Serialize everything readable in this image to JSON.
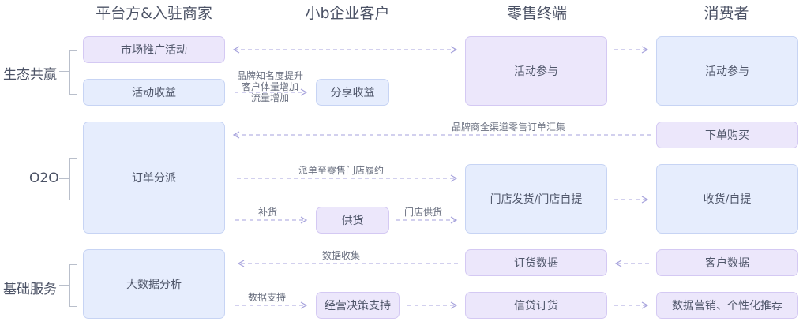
{
  "headers": {
    "platform": "平台方&入驻商家",
    "enterprise": "小b企业客户",
    "retail": "零售终端",
    "consumer": "消费者"
  },
  "rows": {
    "ecosystem": "生态共赢",
    "o2o": "O2O",
    "infra": "基础服务"
  },
  "boxes": {
    "market_promo": "市场推广活动",
    "activity_revenue": "活动收益",
    "share_revenue": "分享收益",
    "retail_participate": "活动参与",
    "consumer_participate": "活动参与",
    "order_dispatch": "订单分派",
    "place_order": "下单购买",
    "supply": "供货",
    "store_ship": "门店发货/门店自提",
    "receive": "收货/自提",
    "big_data": "大数据分析",
    "order_data": "订货数据",
    "customer_data": "客户数据",
    "decision_support": "经营决策支持",
    "credit_order": "信贷订货",
    "data_marketing": "数据营销、个性化推荐"
  },
  "arrow_labels": {
    "brand_awareness": "品牌知名度提升",
    "customer_growth": "客户体量增加",
    "traffic_growth": "流量增加",
    "order_summary": "品牌商全渠道零售订单汇集",
    "dispatch_fulfill": "派单至零售门店履约",
    "restock": "补货",
    "store_supply": "门店供货",
    "data_collect": "数据收集",
    "data_support": "数据支持"
  }
}
